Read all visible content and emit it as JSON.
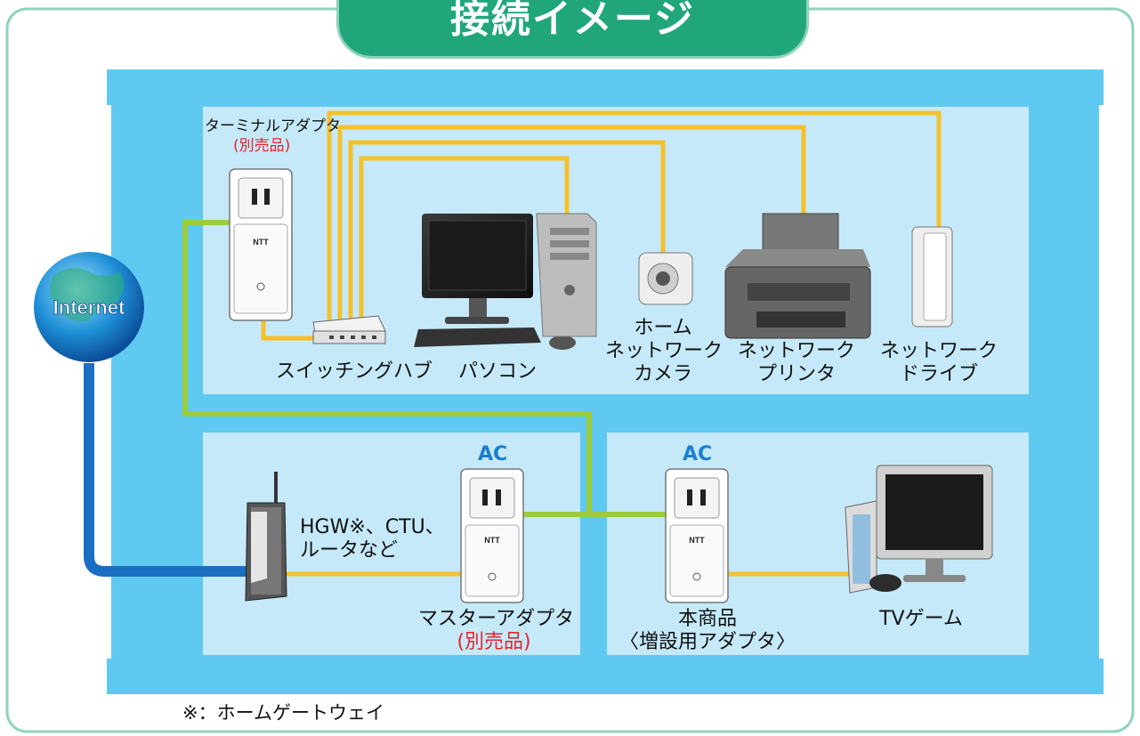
{
  "title": "接続イメージ",
  "internet_label": "Internet",
  "devices": {
    "terminal_adapter": {
      "name": "ターミナルアダプタ",
      "note": "(別売品)"
    },
    "switching_hub": "スイッチングハブ",
    "pc": "パソコン",
    "camera": [
      "ホーム",
      "ネットワーク",
      "カメラ"
    ],
    "printer": [
      "ネットワーク",
      "プリンタ"
    ],
    "drive": [
      "ネットワーク",
      "ドライブ"
    ],
    "hgw": [
      "HGW※、CTU、",
      "ルータなど"
    ],
    "master_adapter": {
      "name": "マスターアダプタ",
      "note": "(別売品)"
    },
    "this_product": [
      "本商品",
      "〈増設用アダプタ〉"
    ],
    "tv_game": "TVゲーム"
  },
  "ac_label": "AC",
  "adapter_brand": "NTT",
  "footnote": "※：ホームゲートウェイ",
  "colors": {
    "title_bg": "#21a67b",
    "house": "#5fc9f2",
    "room": "#c5e9f8",
    "lan_cable": "#f5c12b",
    "plc_cable": "#9ccc3b",
    "wan_cable": "#1a6fc2",
    "note_red": "#e8232b"
  }
}
